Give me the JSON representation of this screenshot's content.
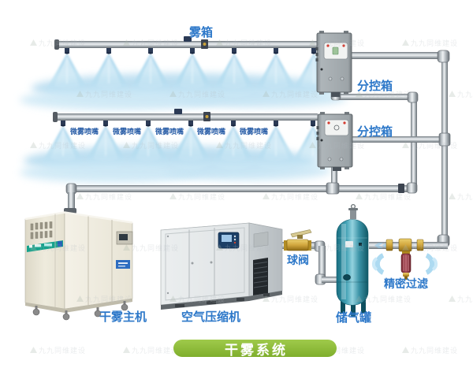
{
  "watermark": {
    "text": "九九同维建设"
  },
  "labels": {
    "fog_box": "雾箱",
    "control_box_1": "分控箱",
    "control_box_2": "分控箱",
    "main_unit": "干雾主机",
    "compressor": "空气压缩机",
    "tank": "储气罐",
    "ball_valve": "球阀",
    "filter": "精密过滤"
  },
  "nozzle_labels": [
    "微雾喷嘴",
    "微雾喷嘴",
    "微雾喷嘴",
    "微雾喷嘴",
    "微雾喷嘴"
  ],
  "banner": {
    "title": "干雾系统",
    "color": "#8cbb3a"
  },
  "colors": {
    "label_blue": "#2d78c9",
    "mist_blue": "#a9d7ee",
    "tank_teal": "#2a8ba0",
    "brass": "#d1a63d",
    "pipe_gray": "#aeb6bb"
  }
}
